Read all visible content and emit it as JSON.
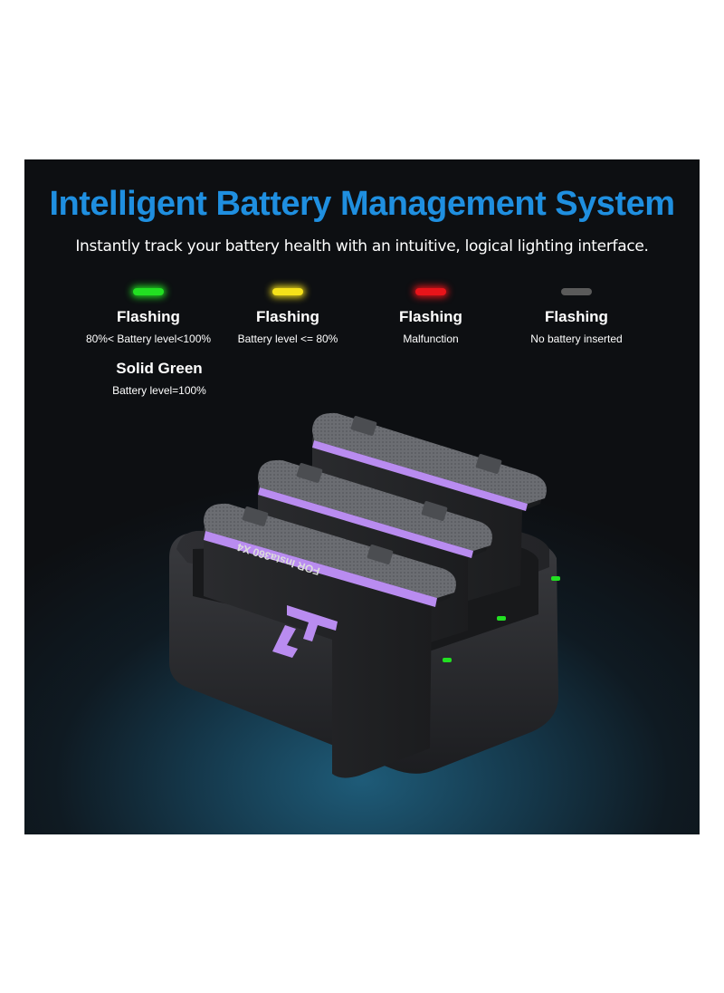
{
  "headline": "Intelligent Battery Management System",
  "subline": "Instantly track your battery health with an intuitive, logical lighting interface.",
  "indicators": [
    {
      "state": "Flashing",
      "description": "80%< Battery level<100%",
      "led_color": "#22e022"
    },
    {
      "state": "Flashing",
      "description": "Battery level <= 80%",
      "led_color": "#f5e11a"
    },
    {
      "state": "Flashing",
      "description": "Malfunction",
      "led_color": "#e8141a"
    },
    {
      "state": "Flashing",
      "description": "No battery inserted",
      "led_color": "#5a5a5a"
    }
  ],
  "solid": {
    "state": "Solid Green",
    "description": "Battery level=100%",
    "led_color": "#22e022"
  },
  "battery_print": "FOR Insta360 X4",
  "colors": {
    "headline": "#1f8fe0",
    "battery_trim": "#b98cf0",
    "charger_body": "#2a2b2e"
  }
}
